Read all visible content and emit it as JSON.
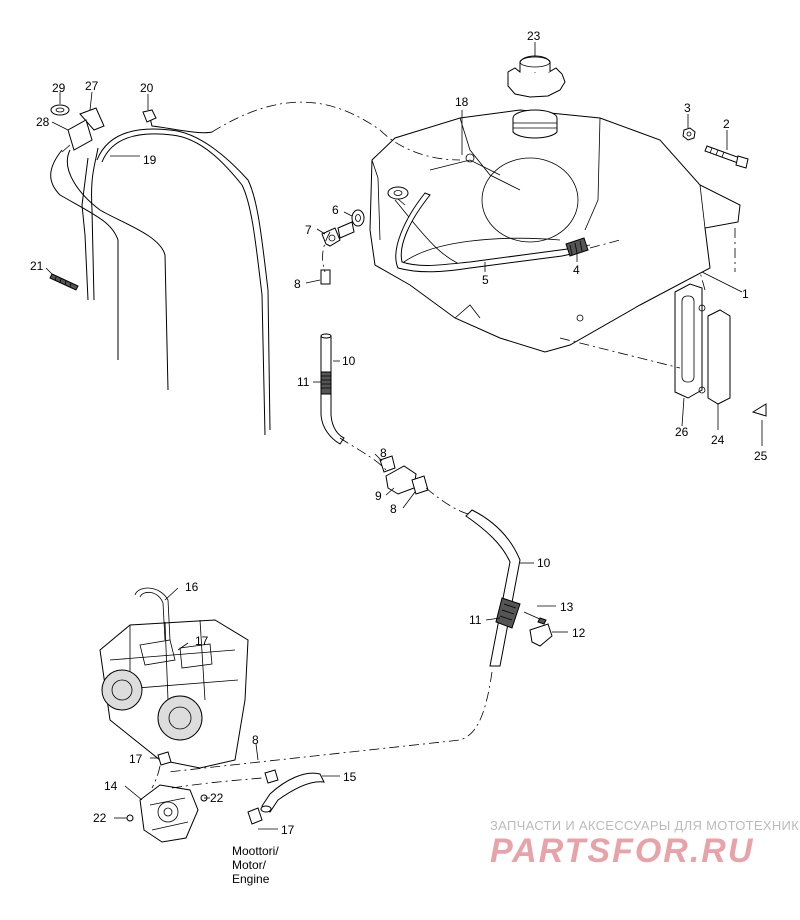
{
  "callouts": {
    "c1": "1",
    "c2": "2",
    "c3": "3",
    "c4": "4",
    "c5": "5",
    "c6": "6",
    "c7": "7",
    "c8a": "8",
    "c8b": "8",
    "c8c": "8",
    "c8d": "8",
    "c9": "9",
    "c10a": "10",
    "c10b": "10",
    "c11a": "11",
    "c11b": "11",
    "c12": "12",
    "c13": "13",
    "c14": "14",
    "c15": "15",
    "c16": "16",
    "c17a": "17",
    "c17b": "17",
    "c17c": "17",
    "c18": "18",
    "c19": "19",
    "c20": "20",
    "c21": "21",
    "c22a": "22",
    "c22b": "22",
    "c23": "23",
    "c24": "24",
    "c25": "25",
    "c26": "26",
    "c27": "27",
    "c28": "28",
    "c29": "29"
  },
  "engine_label": [
    "Moottori/",
    "Motor/",
    "Engine"
  ],
  "watermark": {
    "tagline": "ЗАПЧАСТИ И АКСЕССУАРЫ ДЛЯ МОТОТЕХНИКИ",
    "logo": "PARTSFOR.RU"
  }
}
